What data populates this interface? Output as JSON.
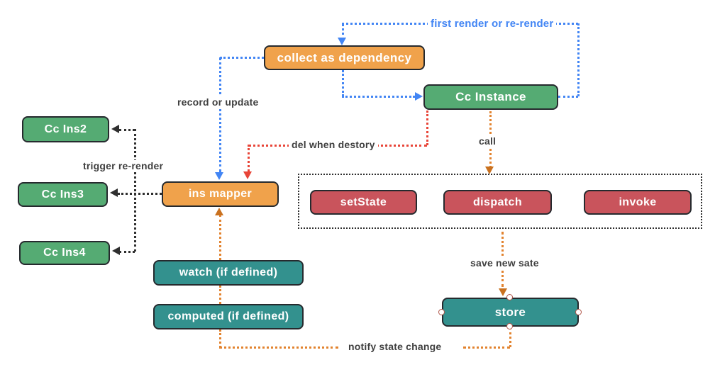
{
  "diagram": {
    "title": "concent state flow diagram",
    "background": "#FFFFFF"
  },
  "colors": {
    "node_orange": "#F0A24B",
    "node_green": "#55AB73",
    "node_red": "#C9545C",
    "node_teal": "#33918E",
    "node_border": "#262A2E",
    "edge_blue": "#4285F4",
    "edge_red": "#E84538",
    "edge_orange": "#E2832F",
    "edge_black": "#2F2F2F",
    "label_text": "#3F3F3F",
    "selection_handle_ring": "#B0564A"
  },
  "nodes": {
    "collect": {
      "label": "collect as dependency",
      "color": "#F0A24B"
    },
    "cc_instance": {
      "label": "Cc Instance",
      "color": "#55AB73"
    },
    "cc_ins2": {
      "label": "Cc Ins2",
      "color": "#55AB73"
    },
    "cc_ins3": {
      "label": "Cc Ins3",
      "color": "#55AB73"
    },
    "cc_ins4": {
      "label": "Cc Ins4",
      "color": "#55AB73"
    },
    "ins_mapper": {
      "label": "ins mapper",
      "color": "#F0A24B"
    },
    "set_state": {
      "label": "setState",
      "color": "#C9545C"
    },
    "dispatch": {
      "label": "dispatch",
      "color": "#C9545C"
    },
    "invoke": {
      "label": "invoke",
      "color": "#C9545C"
    },
    "watch": {
      "label": "watch (if defined)",
      "color": "#33918E"
    },
    "computed": {
      "label": "computed (if defined)",
      "color": "#33918E"
    },
    "store": {
      "label": "store",
      "color": "#33918E",
      "selected": true
    }
  },
  "labels": {
    "first_render": "first render or re-render",
    "record_or_update": "record or update",
    "trigger_re_render": "trigger re-render",
    "del_when_destory": "del when destory",
    "call": "call",
    "save_new_sate": "save new sate",
    "notify_state_change": "notify state change"
  }
}
